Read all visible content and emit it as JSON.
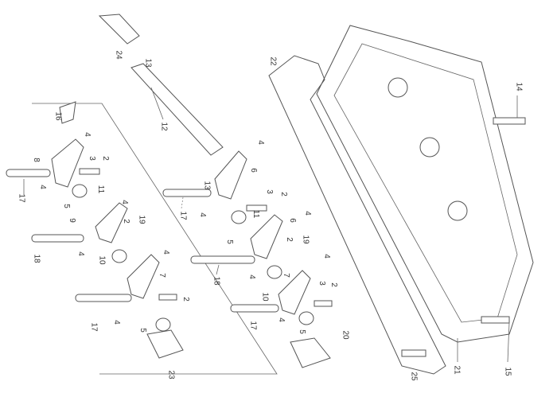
{
  "diagram": {
    "title": "Rocker arm assembly exploded view",
    "labels": [
      "24",
      "13",
      "12",
      "22",
      "14",
      "16",
      "4",
      "8",
      "3",
      "2",
      "17",
      "4",
      "5",
      "11",
      "9",
      "4",
      "2",
      "19",
      "18",
      "4",
      "10",
      "4",
      "7",
      "17",
      "4",
      "2",
      "5",
      "23",
      "6",
      "4",
      "13",
      "17",
      "4",
      "3",
      "2",
      "4",
      "11",
      "5",
      "6",
      "2",
      "19",
      "4",
      "18",
      "4",
      "10",
      "7",
      "3",
      "2",
      "17",
      "4",
      "5",
      "20",
      "21",
      "15",
      "25"
    ]
  }
}
